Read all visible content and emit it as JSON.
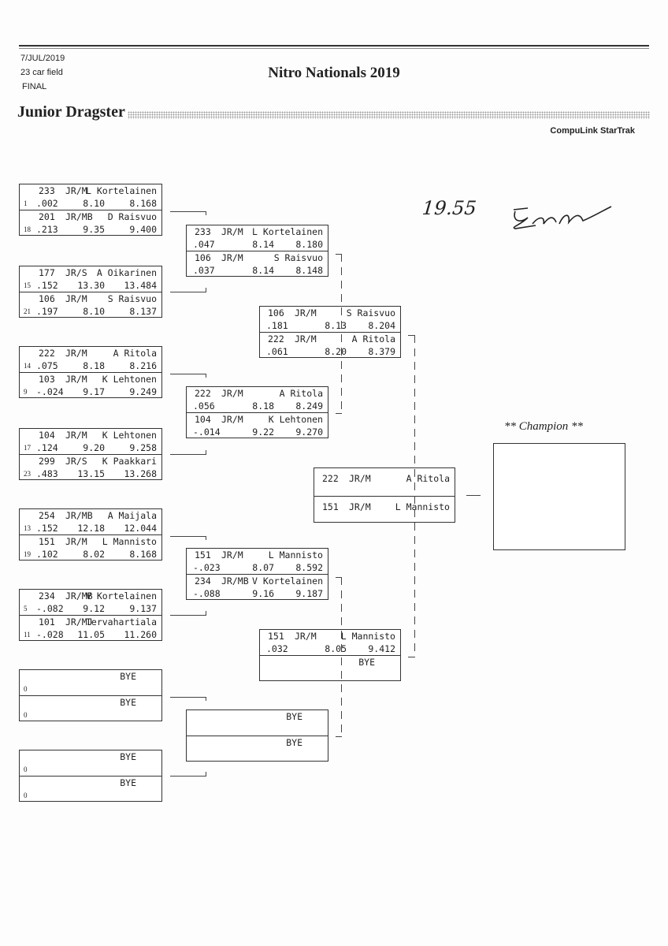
{
  "header": {
    "date": "7/JUL/2019",
    "field": "23 car field",
    "status": "FINAL",
    "title": "Nitro Nationals 2019",
    "class_name": "Junior Dragster",
    "software": "CompuLink StarTrak"
  },
  "handwritten": {
    "time": "19.55",
    "signature": "signature"
  },
  "champion_label": "** Champion **",
  "rounds": [
    [
      [
        {
          "car": "233",
          "cls": "JR/M",
          "name": "L Kortelainen",
          "seed": "1",
          "rt": ".002",
          "et": "8.10",
          "mph": "8.168"
        },
        {
          "car": "201",
          "cls": "JR/MB",
          "name": "D Raisvuo",
          "seed": "18",
          "rt": ".213",
          "et": "9.35",
          "mph": "9.400"
        }
      ],
      [
        {
          "car": "177",
          "cls": "JR/S",
          "name": "A Oikarinen",
          "seed": "15",
          "rt": ".152",
          "et": "13.30",
          "mph": "13.484"
        },
        {
          "car": "106",
          "cls": "JR/M",
          "name": "S Raisvuo",
          "seed": "21",
          "rt": ".197",
          "et": "8.10",
          "mph": "8.137"
        }
      ],
      [
        {
          "car": "222",
          "cls": "JR/M",
          "name": "A Ritola",
          "seed": "14",
          "rt": ".075",
          "et": "8.18",
          "mph": "8.216"
        },
        {
          "car": "103",
          "cls": "JR/M",
          "name": "K Lehtonen",
          "seed": "9",
          "rt": "-.024",
          "et": "9.17",
          "mph": "9.249"
        }
      ],
      [
        {
          "car": "104",
          "cls": "JR/M",
          "name": "K Lehtonen",
          "seed": "17",
          "rt": ".124",
          "et": "9.20",
          "mph": "9.258"
        },
        {
          "car": "299",
          "cls": "JR/S",
          "name": "K Paakkari",
          "seed": "23",
          "rt": ".483",
          "et": "13.15",
          "mph": "13.268"
        }
      ],
      [
        {
          "car": "254",
          "cls": "JR/MB",
          "name": "A Maijala",
          "seed": "13",
          "rt": ".152",
          "et": "12.18",
          "mph": "12.044"
        },
        {
          "car": "151",
          "cls": "JR/M",
          "name": "L Mannisto",
          "seed": "19",
          "rt": ".102",
          "et": "8.02",
          "mph": "8.168"
        }
      ],
      [
        {
          "car": "234",
          "cls": "JR/MB",
          "name": "V Kortelainen",
          "seed": "5",
          "rt": "-.082",
          "et": "9.12",
          "mph": "9.137"
        },
        {
          "car": "101",
          "cls": "JR/MJ",
          "name": "Tervahartiala",
          "seed": "11",
          "rt": "-.028",
          "et": "11.05",
          "mph": "11.260"
        }
      ],
      [
        {
          "name": "BYE",
          "seed": "0"
        },
        {
          "name": "BYE",
          "seed": "0"
        }
      ],
      [
        {
          "name": "BYE",
          "seed": "0"
        },
        {
          "name": "BYE",
          "seed": "0"
        }
      ]
    ],
    [
      [
        {
          "car": "233",
          "cls": "JR/M",
          "name": "L Kortelainen",
          "rt": ".047",
          "et": "8.14",
          "mph": "8.180"
        },
        {
          "car": "106",
          "cls": "JR/M",
          "name": "S Raisvuo",
          "rt": ".037",
          "et": "8.14",
          "mph": "8.148"
        }
      ],
      [
        {
          "car": "222",
          "cls": "JR/M",
          "name": "A Ritola",
          "rt": ".056",
          "et": "8.18",
          "mph": "8.249"
        },
        {
          "car": "104",
          "cls": "JR/M",
          "name": "K Lehtonen",
          "rt": "-.014",
          "et": "9.22",
          "mph": "9.270"
        }
      ],
      [
        {
          "car": "151",
          "cls": "JR/M",
          "name": "L Mannisto",
          "rt": "-.023",
          "et": "8.07",
          "mph": "8.592"
        },
        {
          "car": "234",
          "cls": "JR/MB",
          "name": "V Kortelainen",
          "rt": "-.088",
          "et": "9.16",
          "mph": "9.187"
        }
      ],
      [
        {
          "name": "BYE"
        },
        {
          "name": "BYE"
        }
      ]
    ],
    [
      [
        {
          "car": "106",
          "cls": "JR/M",
          "name": "S Raisvuo",
          "rt": ".181",
          "et": "8.13",
          "mph": "8.204"
        },
        {
          "car": "222",
          "cls": "JR/M",
          "name": "A Ritola",
          "rt": ".061",
          "et": "8.20",
          "mph": "8.379"
        }
      ],
      [
        {
          "car": "151",
          "cls": "JR/M",
          "name": "L Mannisto",
          "rt": ".032",
          "et": "8.05",
          "mph": "9.412"
        },
        {
          "name": "BYE"
        }
      ]
    ],
    [
      [
        {
          "car": "222",
          "cls": "JR/M",
          "name": "A Ritola"
        },
        {
          "car": "151",
          "cls": "JR/M",
          "name": "L Mannisto"
        }
      ]
    ]
  ]
}
